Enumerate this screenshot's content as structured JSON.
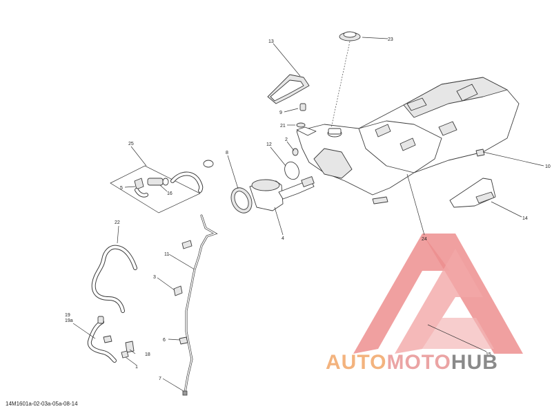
{
  "diagram": {
    "ref_code": "14M1601a-02-03a-05a-08-14",
    "callouts": {
      "c1": "1",
      "c2": "2",
      "c3": "3",
      "c4": "4",
      "c5": "5",
      "c6": "6",
      "c7": "7",
      "c8": "8",
      "c9": "9",
      "c10": "10",
      "c11": "11",
      "c12": "12",
      "c13": "13",
      "c14": "14",
      "c15": "15",
      "c16": "16",
      "c18": "18",
      "c19": "19",
      "c19a": "19a",
      "c21": "21",
      "c22": "22",
      "c23": "23",
      "c24": "24",
      "c25": "25"
    }
  },
  "watermark": {
    "part1": "AUTO",
    "part2": "MOTO",
    "part3": "HUB"
  },
  "colors": {
    "logo_red": "#e03a3a",
    "wm_orange": "#f3b37e",
    "wm_pink": "#eba4a4",
    "wm_grey": "#8a8a8a"
  }
}
